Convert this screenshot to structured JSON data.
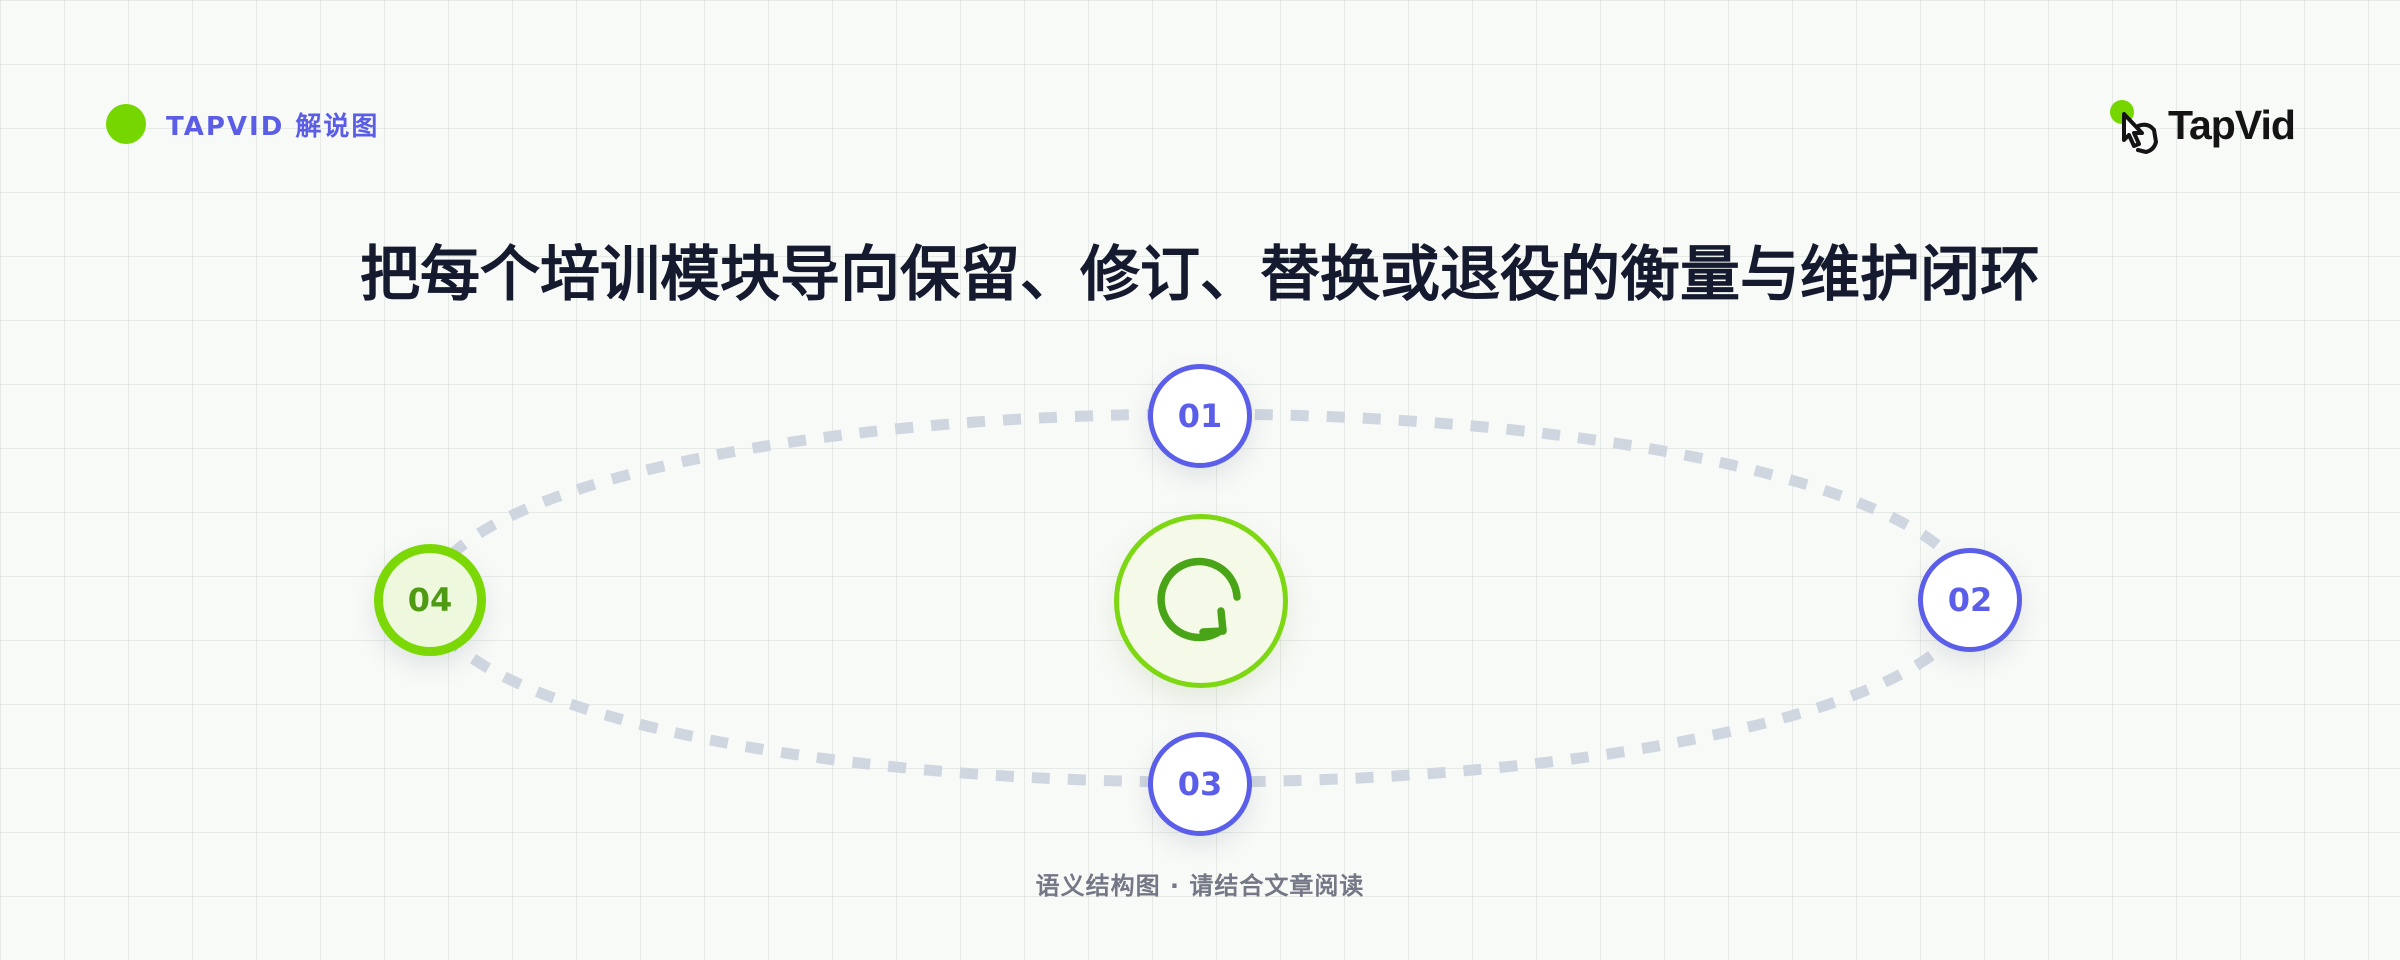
{
  "brand_tag": {
    "label": "TAPVID 解说图"
  },
  "logo": {
    "wordmark": "TapVid",
    "icon": "pointer-hand-icon"
  },
  "title": "把每个培训模块导向保留、修订、替换或退役的衡量与维护闭环",
  "diagram": {
    "type": "cycle",
    "center_icon": "refresh-cycle-icon",
    "nodes": [
      {
        "label": "01",
        "active": false
      },
      {
        "label": "02",
        "active": false
      },
      {
        "label": "03",
        "active": false
      },
      {
        "label": "04",
        "active": true
      }
    ]
  },
  "caption": "语义结构图 · 请结合文章阅读",
  "colors": {
    "accent_green": "#76d700",
    "accent_indigo": "#5b5de6",
    "title_text": "#151a2f",
    "caption_text": "#747785",
    "ring_dashes": "#cfd6e0"
  }
}
